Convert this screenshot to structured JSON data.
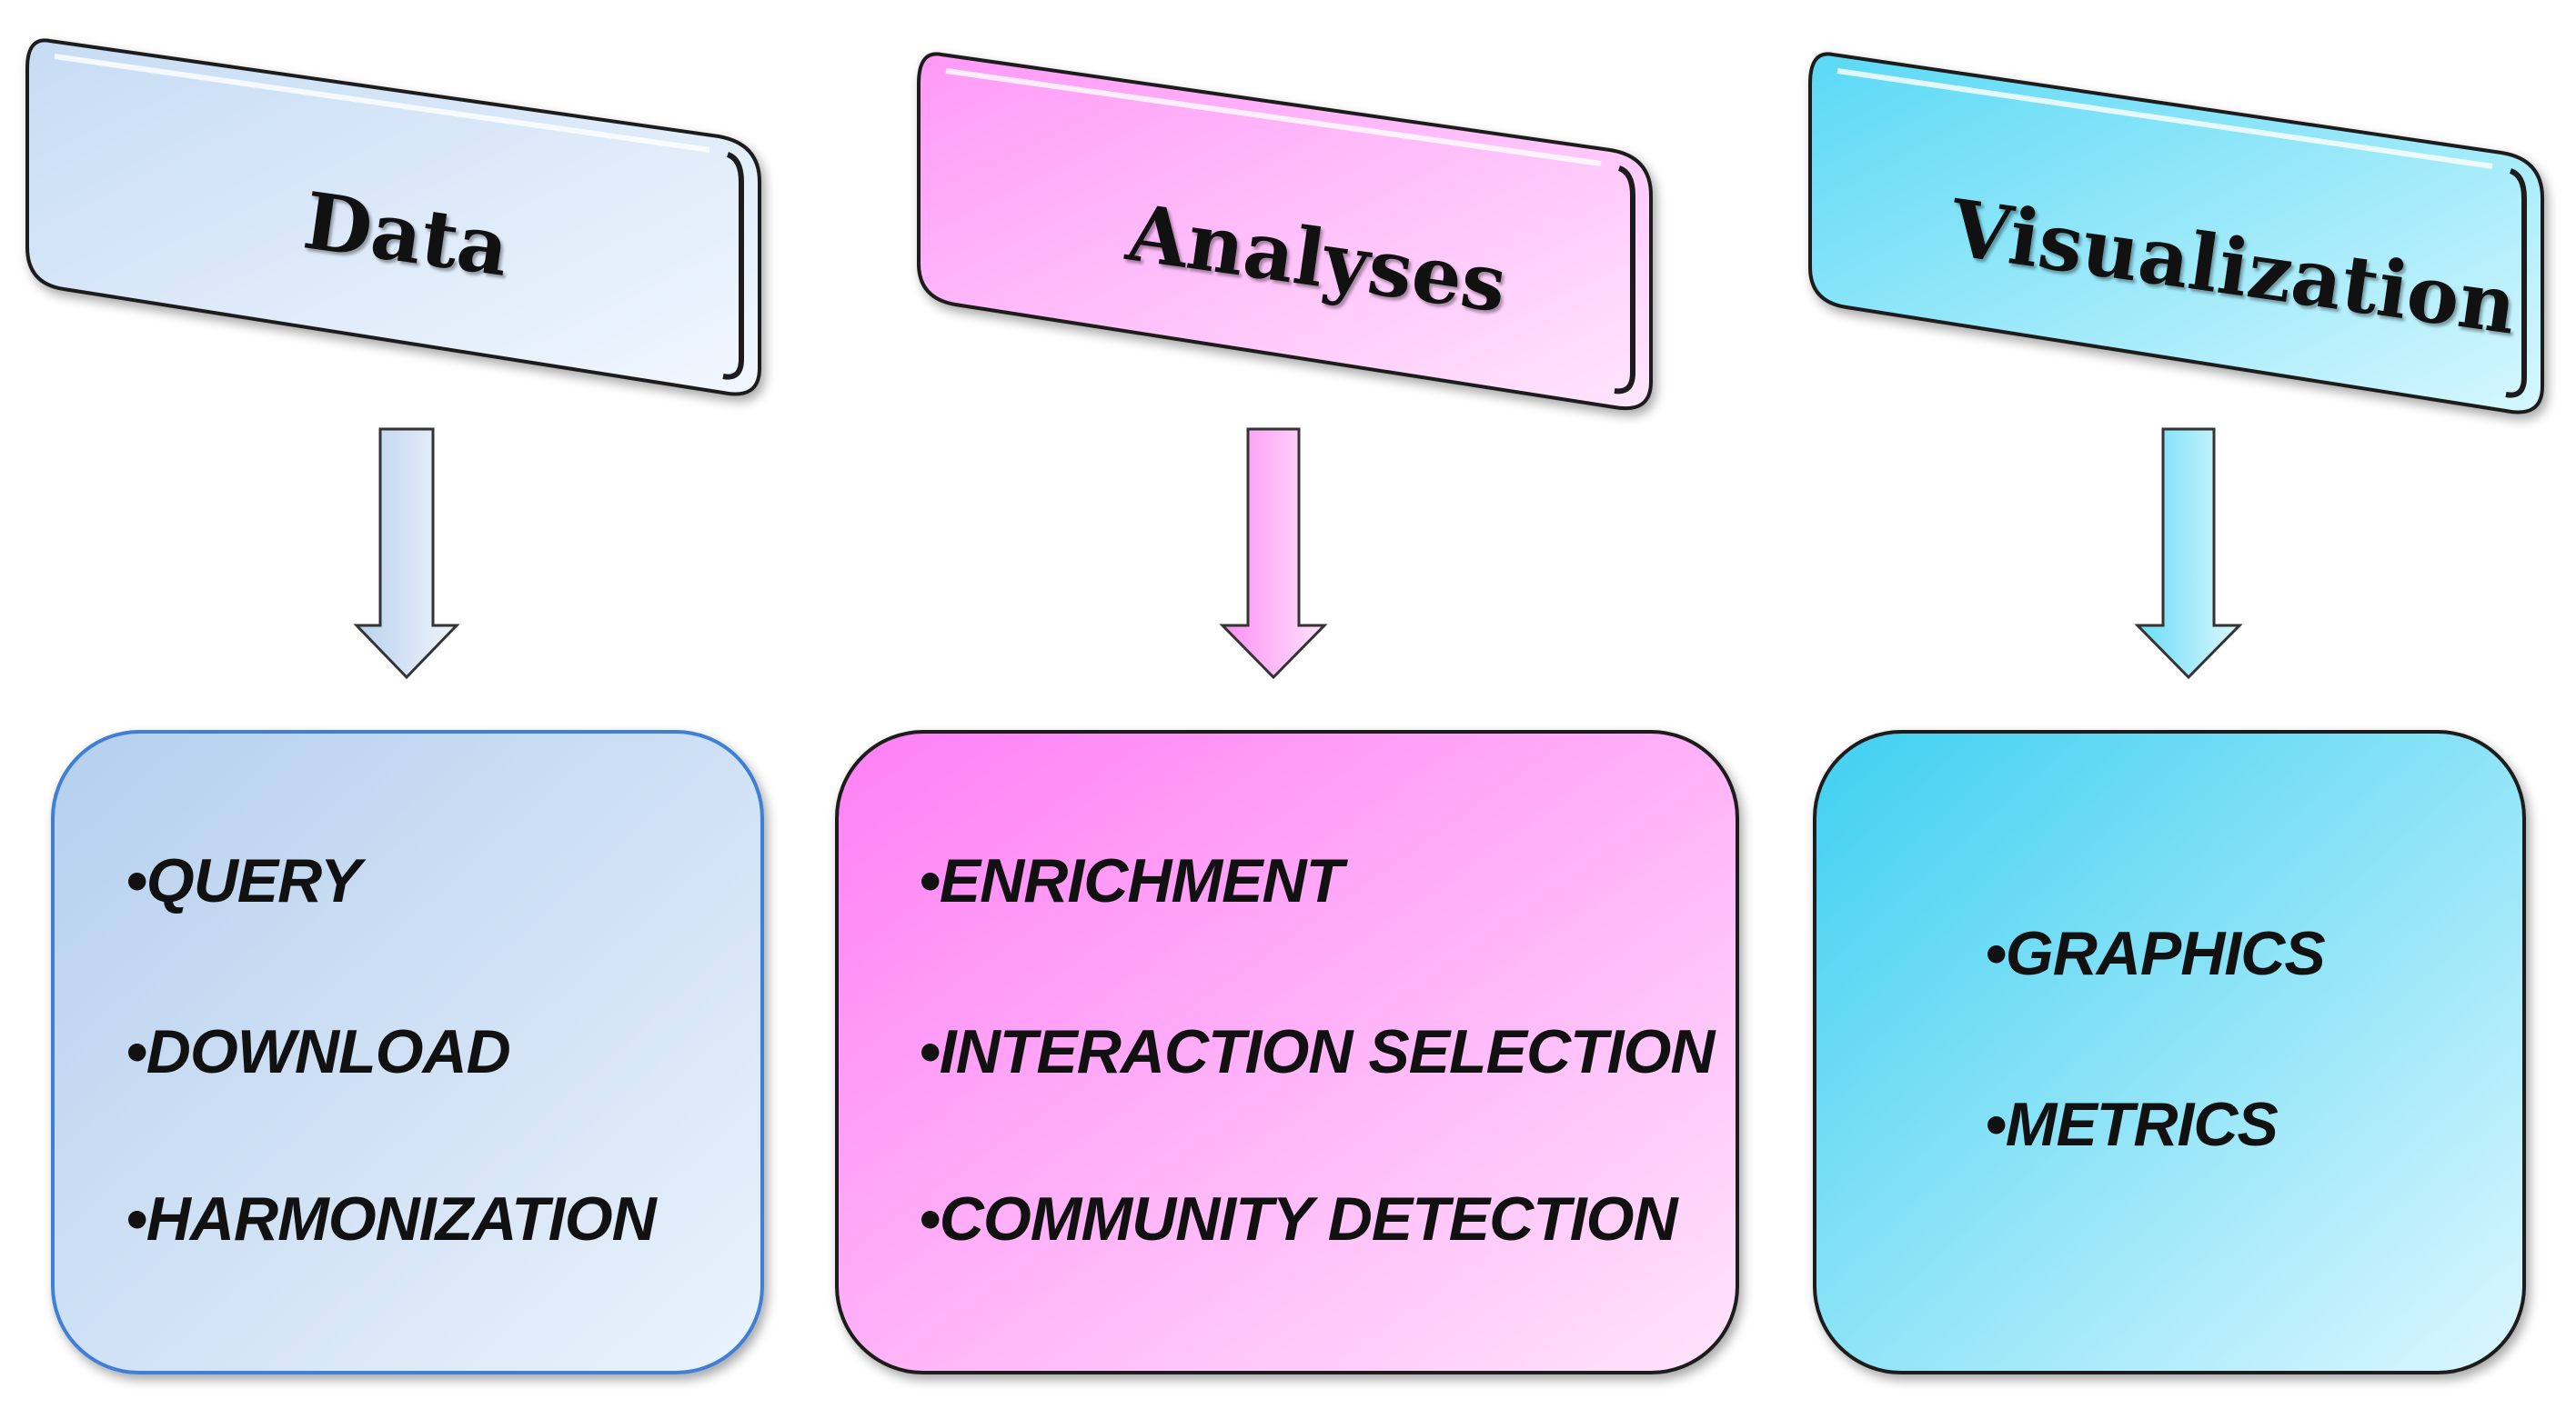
{
  "columns": [
    {
      "id": "data",
      "header": "Data",
      "items": [
        "•QUERY",
        "•DOWNLOAD",
        "•HARMONIZATION"
      ]
    },
    {
      "id": "analyses",
      "header": "Analyses",
      "items": [
        "•ENRICHMENT",
        "•INTERACTION SELECTION",
        "•COMMUNITY DETECTION"
      ]
    },
    {
      "id": "visualization",
      "header": "Visualization",
      "items": [
        "•GRAPHICS",
        "•METRICS"
      ]
    }
  ],
  "colors": {
    "data_light": "#eaf3fc",
    "data_dark": "#bcd3ee",
    "analyses_light": "#fde4fb",
    "analyses_dark": "#ff85f6",
    "visualization_light": "#d9f6fd",
    "visualization_dark": "#45d2f2",
    "outline": "#1a1a1a"
  }
}
